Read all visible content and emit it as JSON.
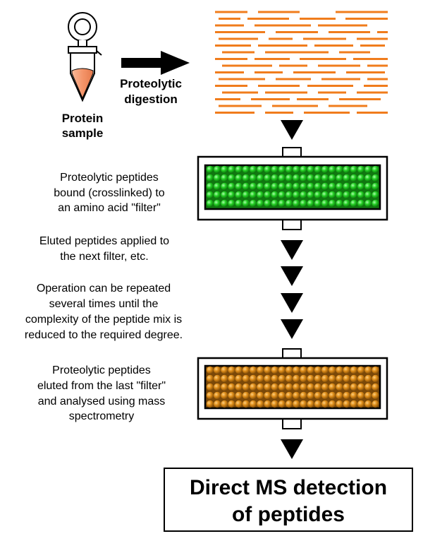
{
  "step1": {
    "sample_label_line1": "Protein",
    "sample_label_line2": "sample",
    "digestion_label_line1": "Proteolytic",
    "digestion_label_line2": "digestion"
  },
  "notes": {
    "bound_line1": "Proteolytic peptides",
    "bound_line2": "bound (crosslinked) to",
    "bound_line3": "an amino acid \"filter\"",
    "eluted_line1": "Eluted peptides applied to",
    "eluted_line2": "the next filter, etc.",
    "repeat_line1": "Operation can be repeated",
    "repeat_line2": "several times until the",
    "repeat_line3": "complexity of the peptide mix is",
    "repeat_line4": "reduced to the required degree.",
    "last_line1": "Proteolytic peptides",
    "last_line2": "eluted from the last \"filter\"",
    "last_line3": "and analysed using mass",
    "last_line4": "spectrometry"
  },
  "result": {
    "title_line1": "Direct MS detection",
    "title_line2": "of peptides"
  },
  "colors": {
    "tube_fill": "#f4a07a",
    "peptide_line": "#f07c1c",
    "green_bead": "#22cc22",
    "green_bg": "#117711",
    "orange_bead": "#dd8c18",
    "orange_bg": "#7a4808",
    "arrow": "#000000"
  }
}
